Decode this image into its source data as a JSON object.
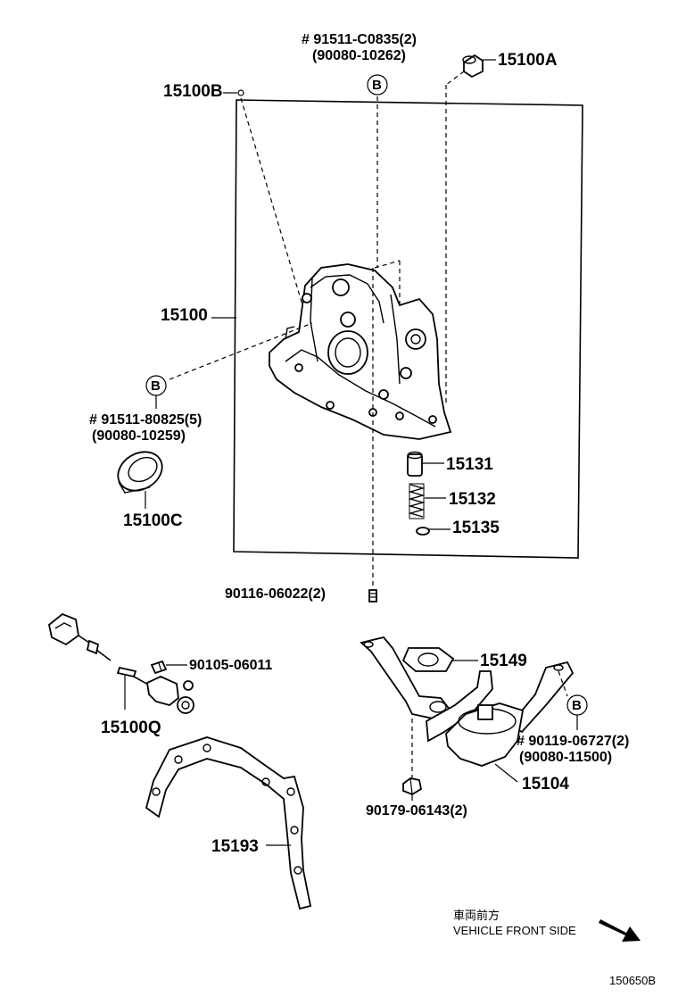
{
  "labels": {
    "l15100A": "15100A",
    "l15100B": "15100B",
    "l15100": "15100",
    "l15100C": "15100C",
    "l15131": "15131",
    "l15132": "15132",
    "l15135": "15135",
    "l15100Q": "15100Q",
    "l15149": "15149",
    "l15104": "15104",
    "l15193": "15193"
  },
  "bolts": {
    "top_b_line1": "# 91511-C0835(2)",
    "top_b_line2": "(90080-10262)",
    "left_b_line1": "# 91511-80825(5)",
    "left_b_line2": "(90080-10259)",
    "right_b_line1": "# 90119-06727(2)",
    "right_b_line2": "(90080-11500)",
    "bolt_90116": "90116-06022(2)",
    "bolt_90105": "90105-06011",
    "bolt_90179": "90179-06143(2)"
  },
  "callout_letter": "B",
  "direction": {
    "japanese": "車両前方",
    "english": "VEHICLE FRONT SIDE"
  },
  "figure_id": "150650B"
}
